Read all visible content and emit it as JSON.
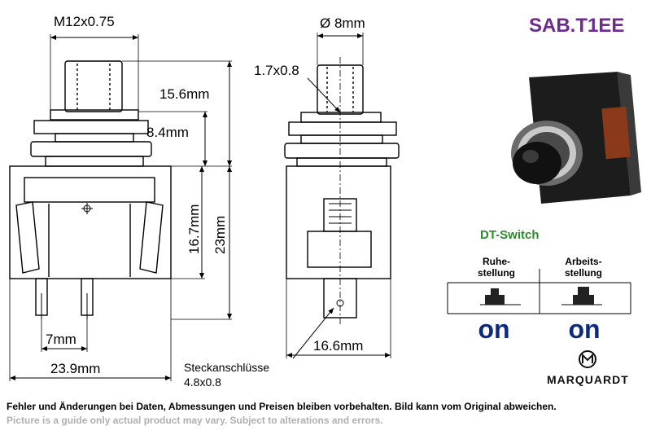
{
  "model": "SAB.T1EE",
  "colors": {
    "model": "#6e2a8e",
    "dt_title": "#2c8b2c",
    "on_text": "#0d2b7a",
    "notice_en": "#b0b0b0"
  },
  "dimensions": {
    "thread": "M12x0.75",
    "diameter": "Ø 8mm",
    "cap_offset": "1.7x0.8",
    "height_156": "15.6mm",
    "height_84": "8.4mm",
    "height_167": "16.7mm",
    "height_23": "23mm",
    "pin_spacing": "7mm",
    "width_239": "23.9mm",
    "width_166": "16.6mm",
    "connector_label": "Steckanschlüsse",
    "connector_size": "4.8x0.8"
  },
  "dt_switch": {
    "title": "DT-Switch",
    "rest_label_1": "Ruhe-",
    "rest_label_2": "stellung",
    "work_label_1": "Arbeits-",
    "work_label_2": "stellung",
    "rest_state": "on",
    "work_state": "on"
  },
  "brand": "MARQUARDT",
  "notice_de": "Fehler und Änderungen bei Daten, Abmessungen und Preisen bleiben vorbehalten. Bild kann vom Original abweichen.",
  "notice_en": "Picture is a guide only actual product may vary. Subject to alterations and errors."
}
